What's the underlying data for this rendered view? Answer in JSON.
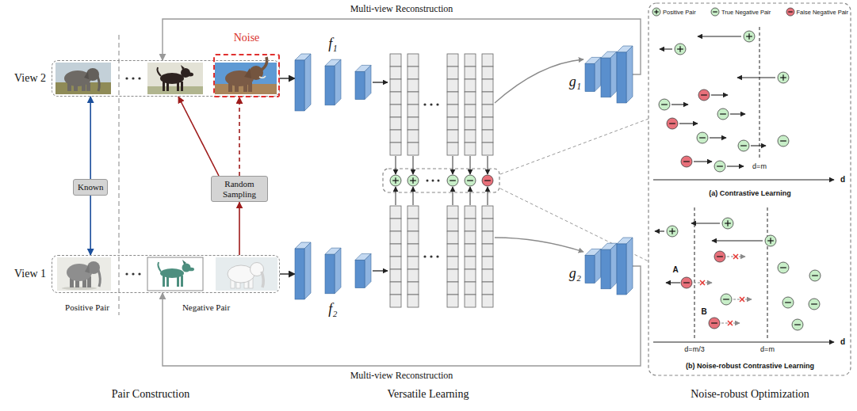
{
  "diagram": {
    "nodes": [
      {
        "text": [
          "View 2"
        ]
      },
      {
        "text": [
          "Noise"
        ],
        "in": 0
      },
      {
        "text": [
          "Known"
        ]
      },
      {
        "text": [
          "Random Sampling"
        ]
      },
      {
        "text": [
          "View 1"
        ]
      },
      {
        "text": [
          "f₁"
        ]
      },
      {
        "text": [
          "g₁"
        ]
      },
      {
        "text": [
          "f₂"
        ]
      },
      {
        "text": [
          "g₂"
        ]
      }
    ],
    "edges": [
      {
        "from": 2,
        "to": 0,
        "arrow": "to"
      },
      {
        "from": 2,
        "to": 4,
        "arrow": "to"
      },
      {
        "from": 4,
        "to": 3,
        "arrow": "to"
      },
      {
        "from": 3,
        "to": 1,
        "arrow": "to"
      },
      {
        "from": 3,
        "to": 0,
        "arrow": "to"
      },
      {
        "from": 0,
        "to": 5,
        "arrow": "to"
      },
      {
        "from": 4,
        "to": 7,
        "arrow": "to"
      },
      {
        "from": 6,
        "to": 0,
        "label": "Multi-view Reconstruction",
        "arrow": "to"
      },
      {
        "from": 8,
        "to": 4,
        "label": "Multi-view Reconstruction",
        "arrow": "to"
      }
    ],
    "labels": [
      "Positive Pair",
      "Negative Pair",
      "d=m",
      "d",
      "(a) Contrastive Learning",
      "A",
      "B",
      "d=m/3",
      "d=m",
      "d",
      "(b) Noise-robust Contrastive Learning",
      "Pair Construction",
      "Versatile Learning",
      "Noise-robust Optimization"
    ],
    "legend": [
      {
        "text": "Positive Pair",
        "color": "#c8eec8"
      },
      {
        "text": "True Negative Pair",
        "color": "#c8eec8"
      },
      {
        "text": "False Negative Pair",
        "color": "#e8707a"
      }
    ]
  }
}
